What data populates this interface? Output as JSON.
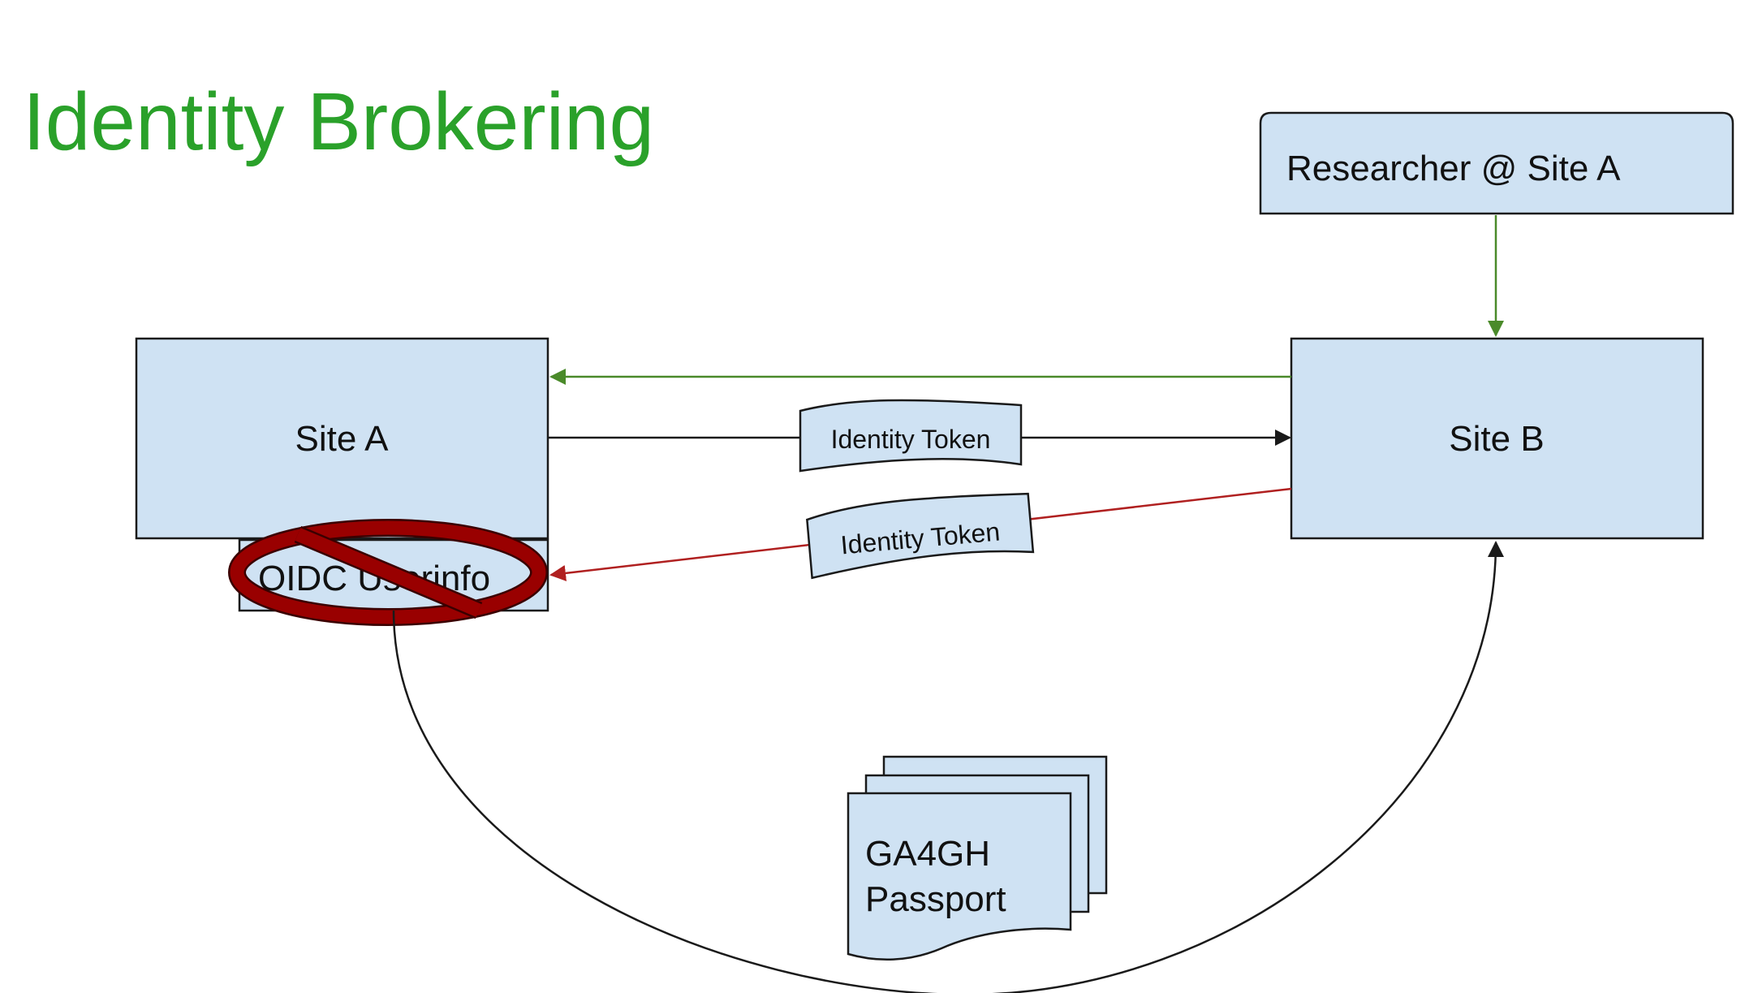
{
  "title": "Identity Brokering",
  "colors": {
    "title": "#2aa12a",
    "box_fill": "#cfe2f3",
    "box_stroke": "#1a1a1a",
    "arrow_green": "#4a8a2a",
    "arrow_red": "#b02020",
    "prohibition_red": "#990000"
  },
  "nodes": {
    "researcher": "Researcher @ Site A",
    "site_a": "Site A",
    "site_b": "Site B",
    "oidc_userinfo": "OIDC Userinfo",
    "passport_line1": "GA4GH",
    "passport_line2": "Passport"
  },
  "tokens": {
    "token_top": "Identity Token",
    "token_bottom": "Identity Token"
  },
  "icons": {
    "prohibited": "prohibition-icon",
    "passport": "document-stack-icon"
  }
}
